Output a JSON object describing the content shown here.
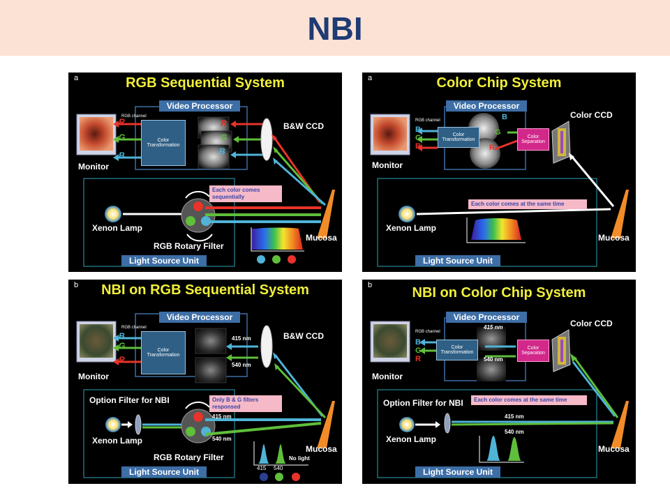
{
  "header": {
    "title": "NBI"
  },
  "panels": [
    {
      "letter": "a",
      "title": "RGB Sequential System",
      "video_processor": "Video Processor",
      "rgb_channel": "RGB channel",
      "channels": [
        "R",
        "G",
        "B"
      ],
      "color_transformation": "Color Transformation",
      "monitor": "Monitor",
      "ccd": "B&W CCD",
      "note": "Each color comes sequentially",
      "lamp": "Xenon Lamp",
      "filter": "RGB Rotary Filter",
      "mucosa": "Mucosa",
      "light_source": "Light Source Unit",
      "frame_letters": [
        "R",
        "G",
        "B"
      ]
    },
    {
      "letter": "a",
      "title": "Color Chip System",
      "video_processor": "Video Processor",
      "rgb_channel": "RGB channel",
      "channels": [
        "B",
        "G",
        "R"
      ],
      "color_transformation": "Color Transformation",
      "color_separation": "Color Separation",
      "monitor": "Monitor",
      "ccd": "Color CCD",
      "note": "Each color comes at the same time",
      "lamp": "Xenon Lamp",
      "mucosa": "Mucosa",
      "light_source": "Light Source Unit",
      "frame_letters": [
        "B",
        "G",
        "R"
      ]
    },
    {
      "letter": "b",
      "title": "NBI on RGB Sequential System",
      "video_processor": "Video Processor",
      "rgb_channel": "RGB channel",
      "channels": [
        "B",
        "G",
        "R"
      ],
      "color_transformation": "Color Transformation",
      "monitor": "Monitor",
      "ccd": "B&W CCD",
      "nm_415": "415 nm",
      "nm_540": "540 nm",
      "option_filter": "Option Filter for NBI",
      "note": "Only B & G filters responsed",
      "lamp": "Xenon Lamp",
      "filter": "RGB Rotary Filter",
      "mucosa": "Mucosa",
      "light_source": "Light Source Unit",
      "no_light": "No light",
      "peak_415": "415",
      "peak_540": "540"
    },
    {
      "letter": "b",
      "title": "NBI on Color Chip System",
      "video_processor": "Video Processor",
      "rgb_channel": "RGB channel",
      "channels": [
        "B",
        "G",
        "R"
      ],
      "color_transformation": "Color Transformation",
      "color_separation": "Color Separation",
      "monitor": "Monitor",
      "ccd": "Color CCD",
      "nm_415": "415 nm",
      "nm_540": "540 nm",
      "option_filter": "Option Filter for NBI",
      "note": "Each color comes at the same time",
      "lamp": "Xenon Lamp",
      "mucosa": "Mucosa",
      "light_source": "Light Source Unit"
    }
  ],
  "colors": {
    "red": "#e8332a",
    "green": "#5fbf3a",
    "blue": "#4fb4d8",
    "title_yellow": "#f1ef3a",
    "label_blue": "#3d6ea6",
    "navy": "#1f3b73"
  }
}
